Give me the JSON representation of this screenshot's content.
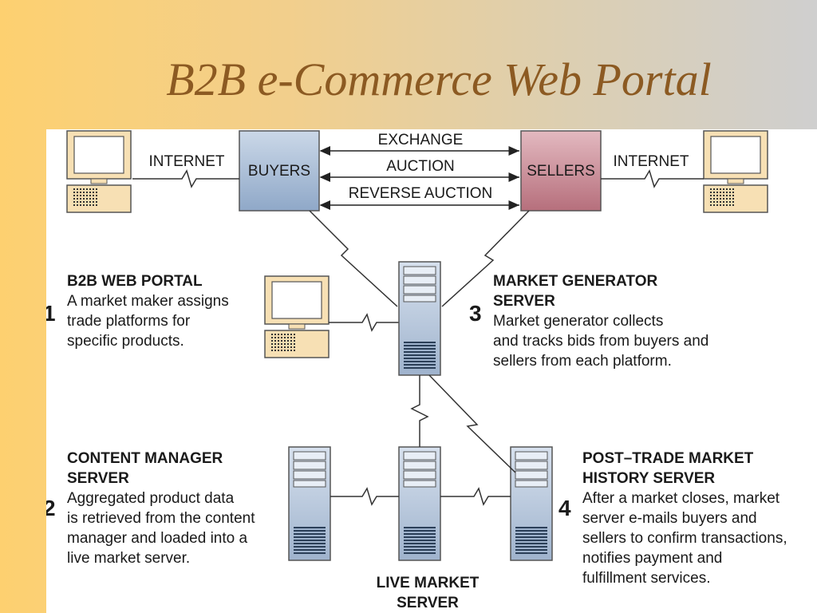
{
  "title": "B2B e-Commerce Web Portal",
  "diagram": {
    "buyers": "BUYERS",
    "sellers": "SELLERS",
    "internet_left": "INTERNET",
    "internet_right": "INTERNET",
    "arrows": [
      "EXCHANGE",
      "AUCTION",
      "REVERSE AUCTION"
    ],
    "step1": {
      "num": "1",
      "heading": "B2B WEB PORTAL",
      "lines": [
        "A market maker assigns",
        "trade platforms for",
        "specific products."
      ]
    },
    "step2": {
      "num": "2",
      "heading": [
        "CONTENT MANAGER",
        "SERVER"
      ],
      "lines": [
        "Aggregated product data",
        "is retrieved from the content",
        "manager and loaded into a",
        "live market server."
      ]
    },
    "step3": {
      "num": "3",
      "heading": [
        "MARKET GENERATOR",
        "SERVER"
      ],
      "lines": [
        "Market generator collects",
        "and tracks bids from buyers and",
        "sellers from each platform."
      ]
    },
    "step4": {
      "num": "4",
      "heading": [
        "POST–TRADE MARKET",
        "HISTORY SERVER"
      ],
      "lines": [
        "After a market closes, market",
        "server e-mails buyers and",
        "sellers to confirm transactions,",
        "notifies payment and",
        "fulfillment services."
      ]
    },
    "live_market": [
      "LIVE MARKET",
      "SERVER"
    ]
  },
  "colors": {
    "title": "#8c5a22",
    "buyers_box": "#a9bfd9",
    "sellers_box": "#c98a95",
    "computer_body": "#f7e0b4",
    "server_body": "#b9c9de"
  }
}
